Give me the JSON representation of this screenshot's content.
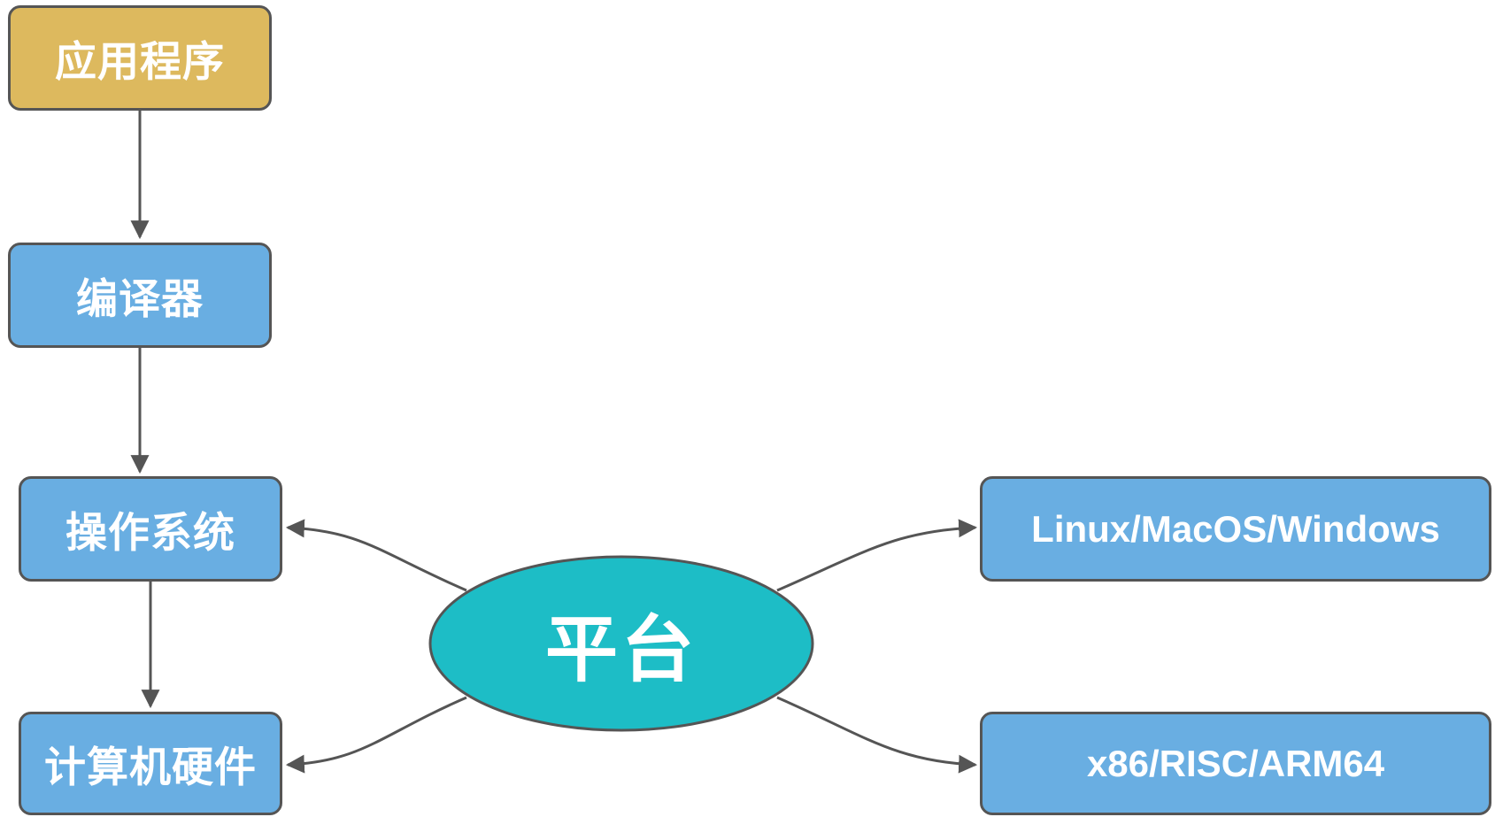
{
  "nodes": {
    "app": "应用程序",
    "compiler": "编译器",
    "os": "操作系统",
    "hardware": "计算机硬件",
    "platform": "平台",
    "os_examples": "Linux/MacOS/Windows",
    "hw_examples": "x86/RISC/ARM64"
  },
  "colors": {
    "node_blue": "#69AEE2",
    "node_gold": "#DDB95E",
    "platform_teal": "#1DBDC6",
    "stroke": "#555555"
  }
}
